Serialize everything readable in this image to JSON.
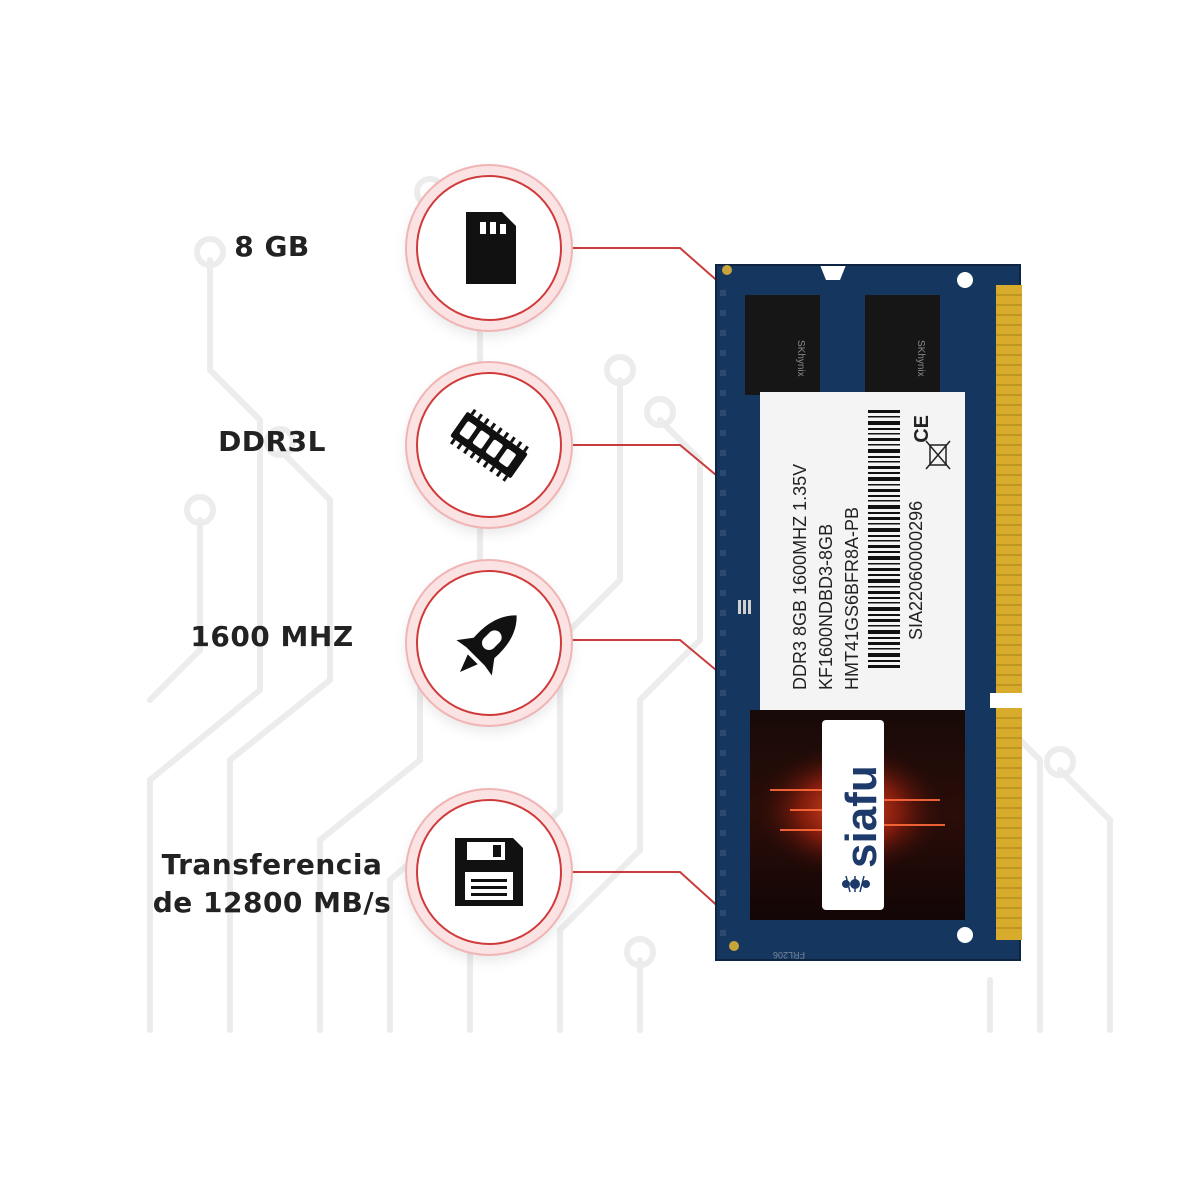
{
  "specs": [
    {
      "label": "8 GB",
      "icon": "memory-card-icon"
    },
    {
      "label": "DDR3L",
      "icon": "ram-chip-icon"
    },
    {
      "label": "1600 MHZ",
      "icon": "rocket-icon"
    },
    {
      "label_line1": "Transferencia",
      "label_line2": "de 12800 MB/s",
      "icon": "floppy-disk-icon"
    }
  ],
  "module": {
    "sticker_lines": [
      "DDR3 8GB 1600MHZ 1.35V",
      "KF1600NDBD3-8GB",
      "HMT41GS6BFR8A-PB",
      "SIA22060000296"
    ],
    "ce_mark": "CE",
    "brand": "siafu",
    "chip_text_left": "SKhynix",
    "chip_text_right": "SKhynix",
    "board_code": "FRL206"
  },
  "colors": {
    "accent": "#d03a3a",
    "icon_ring": "#fbe3e3",
    "pcb": "#15365e",
    "gold": "#d8ab2c",
    "text": "#222222"
  }
}
